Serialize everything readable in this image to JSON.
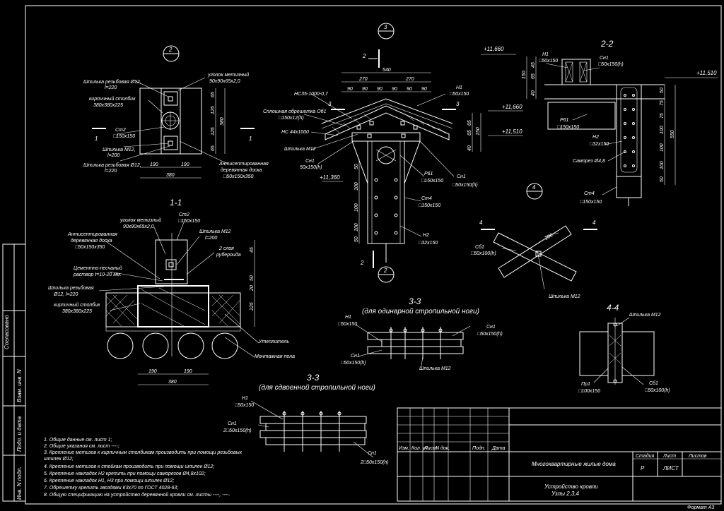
{
  "sheet_format": "Формат А3",
  "views": {
    "node2": {
      "marker_num": "2",
      "label_stud_top": "Шпилька резьбовая Ø12,",
      "label_stud_top_len": "l=220",
      "label_angle": "уголок метизный",
      "label_angle_size": "90x90x65x2,0",
      "label_pillar": "кирпичный столбик",
      "label_pillar_size": "380x380x225",
      "label_st2": "Ст2",
      "label_st2_size": "□150x150",
      "label_stud_m12": "Шпилька М12,",
      "label_stud_m12_len": "l=200",
      "label_stud_bot": "Шпилька резьбовая Ø12,",
      "label_stud_bot_len": "l=220",
      "label_board": "Антисептированная",
      "label_board2": "деревянная доска",
      "label_board_size": "□50x150x350",
      "dim_190a": "190",
      "dim_190b": "190",
      "dim_380": "380",
      "dims_v": [
        "65",
        "125",
        "125",
        "65"
      ],
      "dim_380v": "380",
      "cut_mark": "1"
    },
    "node3": {
      "marker_num": "3",
      "dim_540": "540",
      "dim_270a": "270",
      "dim_270b": "270",
      "dims_90": [
        "90",
        "90",
        "90",
        "90",
        "90",
        "90"
      ],
      "label_ns35": "НС35-1000-0,7",
      "label_n1": "Н1",
      "label_n1_size": "□50x150",
      "label_sheath": "Сплошная обрешетка Об1",
      "label_sheath_size": "□150x12(h)",
      "label_ns44": "НС 44x1000",
      "label_stud": "Шпилька М12",
      "label_sn1": "Сн1",
      "label_sn1_size": "50x150(h)",
      "label_level1": "+11,360",
      "label_r61": "Р61",
      "label_r61_size": "□150x150",
      "label_sn1b": "Сн1",
      "label_sn1b_size": "□50x150(h)",
      "label_st4": "Ст4",
      "label_st4_size": "□150x150",
      "label_n2": "Н2",
      "label_n2_size": "□32x150",
      "level_660": "+11,660",
      "level_510": "+11,510",
      "dims_v": [
        "40",
        "150",
        "65",
        "65"
      ],
      "dims_post": [
        "50",
        "100",
        "100",
        "100",
        "50"
      ],
      "cut_2": "2",
      "cut_3": "3",
      "bottom_marker": "2"
    },
    "node22": {
      "title": "2-2",
      "level_660": "+11,660",
      "level_510": "+11,510",
      "label_n1": "Н1",
      "label_n1_size": "□50x150",
      "label_sn1": "Сн1",
      "label_sn1_size": "□50x150(h)",
      "label_r61": "Р61",
      "label_r61_size": "□150x150",
      "label_n2": "Н2",
      "label_n2_size": "□32x150",
      "label_screw": "Саморез Ø4,8",
      "label_st4": "Ст4",
      "label_st4_size": "□150x150",
      "dims_left": [
        "150",
        "45",
        "65",
        "40"
      ],
      "dims_right": [
        "50",
        "75",
        "75",
        "100",
        "100",
        "100",
        "50"
      ],
      "dim_550": "550"
    },
    "node11": {
      "title": "1-1",
      "label_angle": "уголок метизный",
      "label_angle_size": "90x90x65x2,0",
      "label_st2": "Ст2",
      "label_st2_size": "□150x150",
      "label_board": "Антисептированная",
      "label_board2": "деревянная доска",
      "label_board_size": "□50x150x350",
      "label_stud": "Шпилька М12",
      "label_stud_len": "l=200",
      "label_layers": "2 слоя",
      "label_layers2": "рубероида",
      "label_mortar": "Цементно-песчаный",
      "label_mortar2": "раствор t=10-20 мм.",
      "label_stud_thread": "Шпилька резьбовая",
      "label_stud_thread2": "Ø12, l=220",
      "label_pillar": "кирпичный столбик",
      "label_pillar_size": "380x380x225",
      "label_insul": "Утеплитель",
      "label_foam": "Монтажная пена",
      "dims_v": [
        "45",
        "50",
        "20",
        "225"
      ],
      "dim_190a": "190",
      "dim_190b": "190",
      "dim_380": "380"
    },
    "node4": {
      "marker_num": "4",
      "label_sb1": "Сб1",
      "label_sb1_size": "□50x100(h)",
      "label_stud": "Шпилька М12",
      "dim_200": "200",
      "cut_mark": "4"
    },
    "node33a": {
      "title": "3-3",
      "subtitle": "(для одинарной стропильной ноги)",
      "label_n1": "Н1",
      "label_n1_size": "□50x150",
      "label_sn1": "Сн1",
      "label_sn1_size": "□50x150(h)",
      "label_sn1b": "Сн1",
      "label_sn1b_size": "□50x150(h)",
      "label_stud": "Шпилька М12"
    },
    "node44": {
      "title": "4-4",
      "label_stud": "Шпилька М12",
      "label_pr1": "Пр1",
      "label_pr1_size": "□100x150",
      "label_sb1": "Сб1",
      "label_sb1_size": "□50x100(h)"
    },
    "node33b": {
      "title": "3-3",
      "subtitle": "(для сдвоенной стропильной ноги)",
      "label_n1": "Н1",
      "label_n1_size": "□50x150",
      "label_sn1": "Сн1",
      "label_sn1_size": "2□50x150(h)",
      "label_sn1b": "Сн1",
      "label_sn1b_size": "2□50x150(h)"
    }
  },
  "notes": [
    "1.  Общие данные см. лист 1;",
    "2.  Общие указания см. лист ----;",
    "3.  Крепление метизов к кирпичным столбикам производить при помощи резьбовых",
    "     шпилек Ø12;",
    "4.  Крепление метизов к стойкам производить при помощи шпилек Ø12;",
    "5.  Крепление накладок Н2 крепить при помощи саморезов Ø4,8x102;",
    "6.  Крепление накладок Н1, Н3 при помощи шпилек Ø12;",
    "7.  Обрешетку крепить гвоздями К3х70 по ГОСТ 4028-63;",
    "8.  Общую спецификацию на устройство деревянной кровли см. листы ----, ----."
  ],
  "side_stamp": [
    "Согласовано",
    "Взам. инв. N",
    "Подп. и дата",
    "Инв. N подл."
  ],
  "title_block": {
    "headers": [
      "Изм.",
      "Кол. уч.",
      "Лист",
      "N док.",
      "Подп.",
      "Дата"
    ],
    "project": "Многоквартирные жилые дома",
    "stage_label": "Стадия",
    "sheet_label": "Лист",
    "sheets_label": "Листов",
    "stage": "Р",
    "sheet": "ЛИСТ",
    "title1": "Устройство кровли",
    "title2": "Узлы 2,3,4"
  }
}
